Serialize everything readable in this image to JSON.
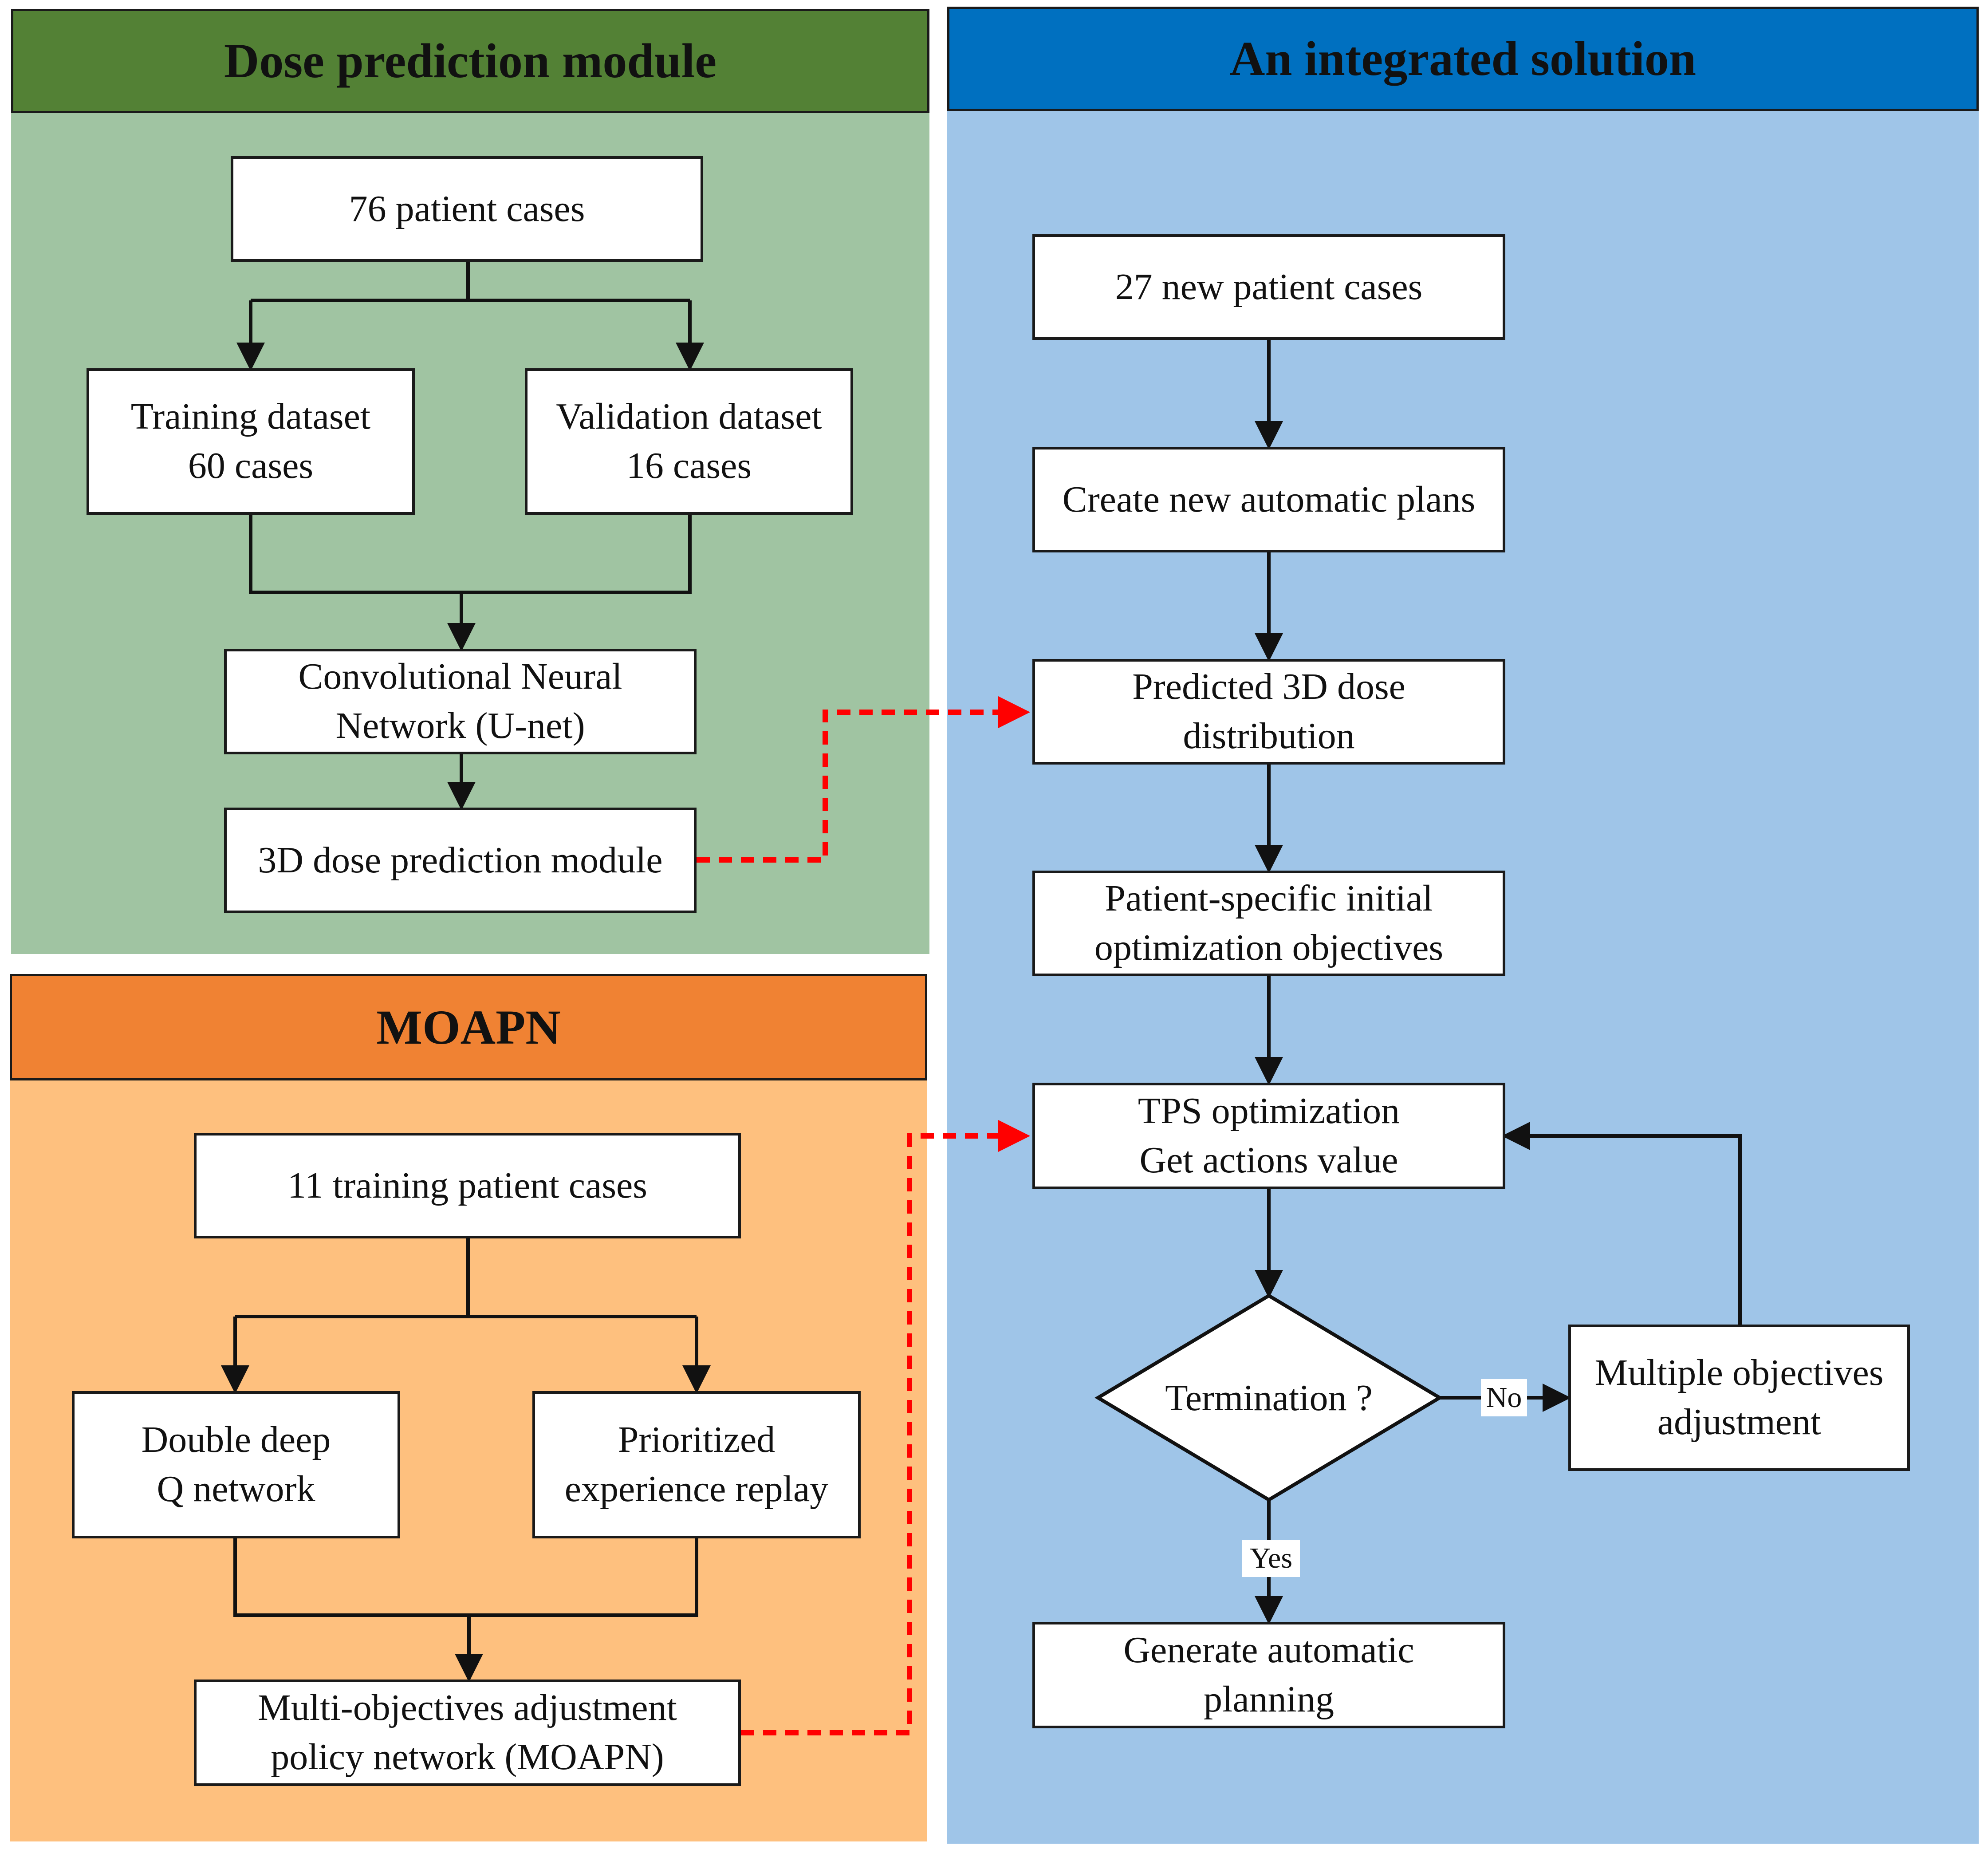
{
  "colors": {
    "dose_header": "#538135",
    "dose_panel": "#a0c4a2",
    "moapn_header": "#f08233",
    "moapn_panel": "#fec07e",
    "integrated_header": "#0070c0",
    "integrated_panel": "#9fc5e8",
    "dashed_link": "#ff0000"
  },
  "dose_module": {
    "title": "Dose prediction module",
    "patients": "76  patient cases",
    "training_l1": "Training dataset",
    "training_l2": "60 cases",
    "validation_l1": "Validation dataset",
    "validation_l2": "16 cases",
    "cnn_l1": "Convolutional Neural",
    "cnn_l2": "Network (U-net)",
    "prediction": "3D dose prediction module"
  },
  "moapn": {
    "title": "MOAPN",
    "patients": "11 training patient cases",
    "ddqn_l1": "Double deep",
    "ddqn_l2": "Q network",
    "per_l1": "Prioritized",
    "per_l2": "experience replay",
    "policy_l1": "Multi-objectives adjustment",
    "policy_l2": "policy network (MOAPN)"
  },
  "integrated": {
    "title": "An integrated solution",
    "new_cases": "27 new patient cases",
    "create_plans": "Create new automatic plans",
    "predicted_l1": "Predicted 3D dose",
    "predicted_l2": "distribution",
    "objectives_l1": "Patient-specific initial",
    "objectives_l2": "optimization objectives",
    "tps_l1": "TPS optimization",
    "tps_l2": "Get actions value",
    "termination": "Termination ?",
    "no_label": "No",
    "yes_label": "Yes",
    "adjust_l1": "Multiple objectives",
    "adjust_l2": "adjustment",
    "generate_l1": "Generate automatic",
    "generate_l2": "planning"
  }
}
